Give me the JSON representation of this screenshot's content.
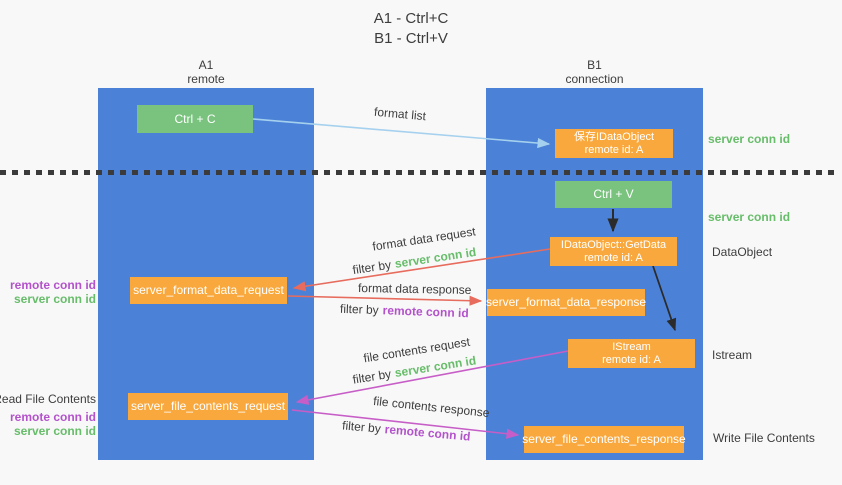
{
  "title": {
    "line1": "A1 - Ctrl+C",
    "line2": "B1 - Ctrl+V"
  },
  "lifelines": {
    "a1": {
      "name": "A1",
      "role": "remote"
    },
    "b1": {
      "name": "B1",
      "role": "connection"
    }
  },
  "nodes": {
    "ctrl_c": {
      "label": "Ctrl + C"
    },
    "save_dataobject": {
      "line1": "保存IDataObject",
      "line2": "remote id: A"
    },
    "ctrl_v": {
      "label": "Ctrl + V"
    },
    "getdata": {
      "line1": "IDataObject::GetData",
      "line2": "remote id: A"
    },
    "format_request": {
      "label": "server_format_data_request"
    },
    "format_response": {
      "label": "server_format_data_response"
    },
    "istream": {
      "line1": "IStream",
      "line2": "remote id: A"
    },
    "file_request": {
      "label": "server_file_contents_request"
    },
    "file_response": {
      "label": "server_file_contents_response"
    }
  },
  "arrows": {
    "format_list": {
      "label": "format list"
    },
    "format_data_request": {
      "label": "format data request",
      "filter_prefix": "filter by",
      "filter_key": "server conn id"
    },
    "format_data_response": {
      "label": "format data response",
      "filter_prefix": "filter by",
      "filter_key": "remote conn id"
    },
    "file_contents_request": {
      "label": "file contents request",
      "filter_prefix": "filter by",
      "filter_key": "server conn id"
    },
    "file_contents_response": {
      "label": "file contents response",
      "filter_prefix": "filter by",
      "filter_key": "remote conn id"
    }
  },
  "side_labels": {
    "right_server_conn_1": "server conn id",
    "right_server_conn_2": "server conn id",
    "dataobject": "DataObject",
    "istream": "Istream",
    "write_file": "Write File Contents",
    "left_remote_conn_1": "remote conn id",
    "left_server_conn_1": "server conn id",
    "read_file": "Read File Contents",
    "left_remote_conn_2": "remote conn id",
    "left_server_conn_2": "server conn id"
  },
  "colors": {
    "lifeline_blue": "#4b82d7",
    "node_orange": "#f8a83d",
    "node_green": "#79c37e",
    "green_text": "#67bd6a",
    "purple_text": "#b352cb",
    "red_arrow": "#e76c5d",
    "magenta_arrow": "#c75ec7",
    "lightblue_arrow": "#a6d1ee",
    "black_arrow": "#2b2b2b",
    "dark_text": "#3d3d3d"
  }
}
